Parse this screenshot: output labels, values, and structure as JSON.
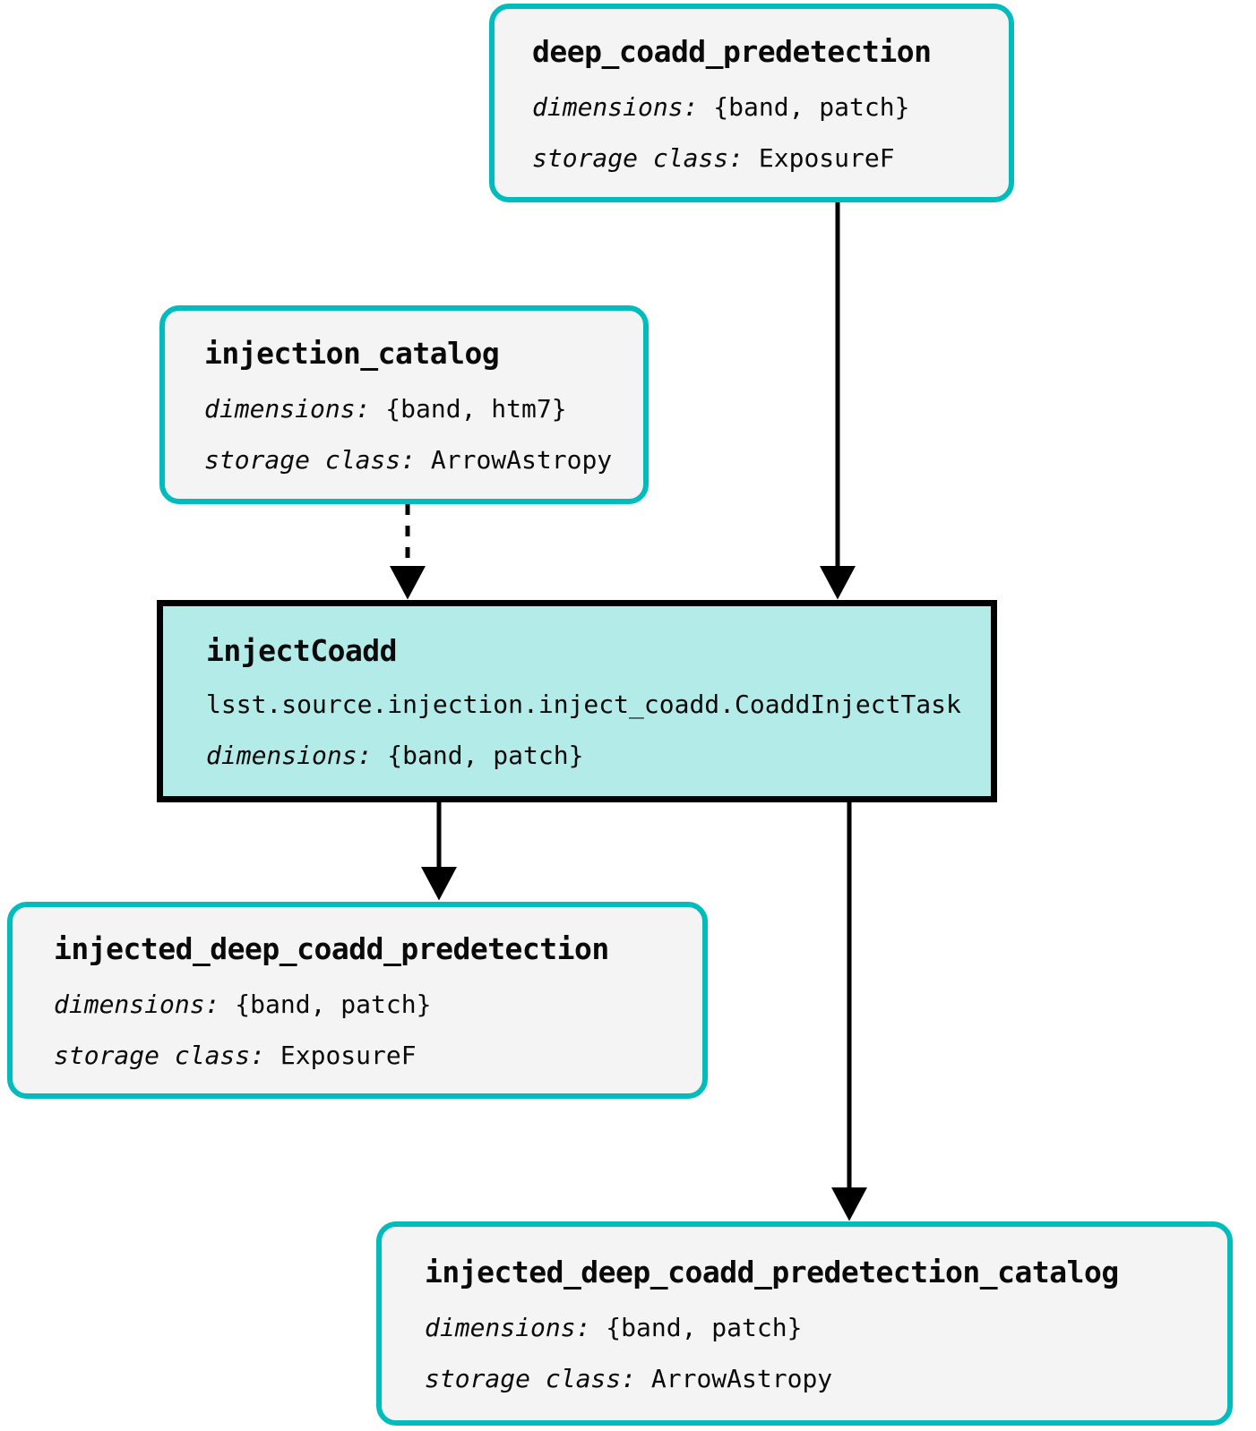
{
  "diagram": {
    "type": "pipeline-dag",
    "label_dimensions": "dimensions:",
    "label_storage_class": "storage class:",
    "colors": {
      "dataset_border": "#00bcbc",
      "dataset_fill": "#f4f4f4",
      "task_border": "#000000",
      "task_fill": "#b3ebe8",
      "edge": "#000000",
      "text": "#0a0a0a"
    }
  },
  "nodes": [
    {
      "id": "deep_coadd_predetection",
      "kind": "dataset",
      "title": "deep_coadd_predetection",
      "dimensions": "{band, patch}",
      "storage_class": "ExposureF"
    },
    {
      "id": "injection_catalog",
      "kind": "dataset",
      "title": "injection_catalog",
      "dimensions": "{band, htm7}",
      "storage_class": "ArrowAstropy"
    },
    {
      "id": "injectCoadd",
      "kind": "task",
      "title": "injectCoadd",
      "task_class": "lsst.source.injection.inject_coadd.CoaddInjectTask",
      "dimensions": "{band, patch}"
    },
    {
      "id": "injected_deep_coadd_predetection",
      "kind": "dataset",
      "title": "injected_deep_coadd_predetection",
      "dimensions": "{band, patch}",
      "storage_class": "ExposureF"
    },
    {
      "id": "injected_deep_coadd_predetection_catalog",
      "kind": "dataset",
      "title": "injected_deep_coadd_predetection_catalog",
      "dimensions": "{band, patch}",
      "storage_class": "ArrowAstropy"
    }
  ],
  "edges": [
    {
      "from": "deep_coadd_predetection",
      "to": "injectCoadd",
      "style": "solid"
    },
    {
      "from": "injection_catalog",
      "to": "injectCoadd",
      "style": "dashed"
    },
    {
      "from": "injectCoadd",
      "to": "injected_deep_coadd_predetection",
      "style": "solid"
    },
    {
      "from": "injectCoadd",
      "to": "injected_deep_coadd_predetection_catalog",
      "style": "solid"
    }
  ]
}
